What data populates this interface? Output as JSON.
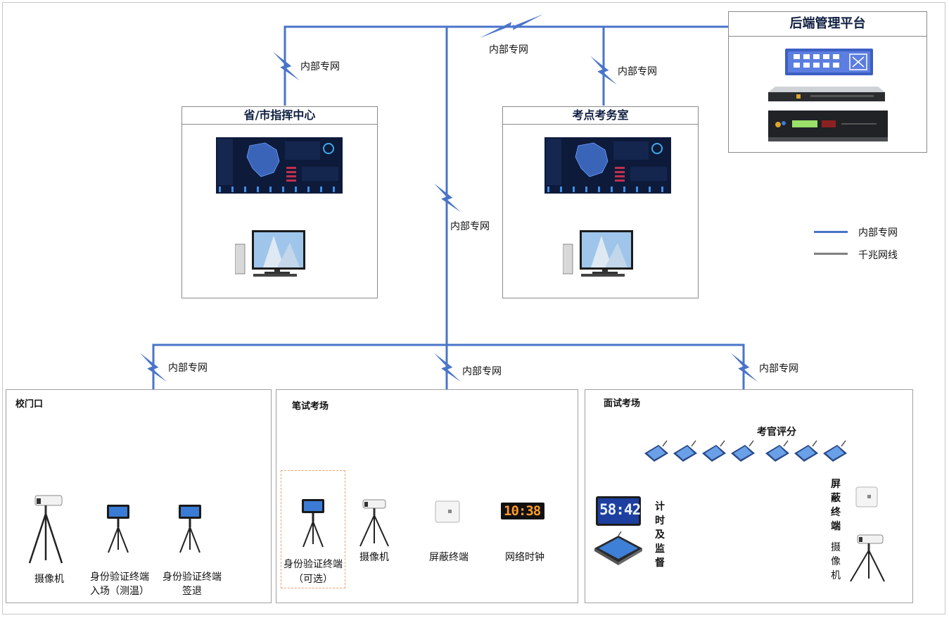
{
  "network_label": "内部专网",
  "backend": {
    "title": "后端管理平台"
  },
  "command_center": {
    "title": "省/市指挥中心"
  },
  "exam_office": {
    "title": "考点考务室"
  },
  "legend": [
    {
      "label": "内部专网",
      "color": "#4a74c9"
    },
    {
      "label": "千兆网线",
      "color": "#7f7f7f"
    }
  ],
  "zones": {
    "gate": {
      "title": "校门口",
      "camera": "摄像机",
      "id_entry_line1": "身份验证终端",
      "id_entry_line2": "入场（测温）",
      "id_exit_line1": "身份验证终端",
      "id_exit_line2": "签退"
    },
    "written": {
      "title": "笔试考场",
      "id_optional_line1": "身份验证终端",
      "id_optional_line2": "（可选）",
      "camera": "摄像机",
      "shield": "屏蔽终端",
      "clock": "网络时钟",
      "clock_display": "10:38"
    },
    "interview": {
      "title": "面试考场",
      "scoring": "考官评分",
      "timer_display": "58:42",
      "timer_label": [
        "计",
        "时",
        "及",
        "监",
        "督"
      ],
      "shield_label": [
        "屏",
        "蔽",
        "终",
        "端"
      ],
      "camera_label": [
        "摄",
        "像",
        "机"
      ]
    }
  }
}
